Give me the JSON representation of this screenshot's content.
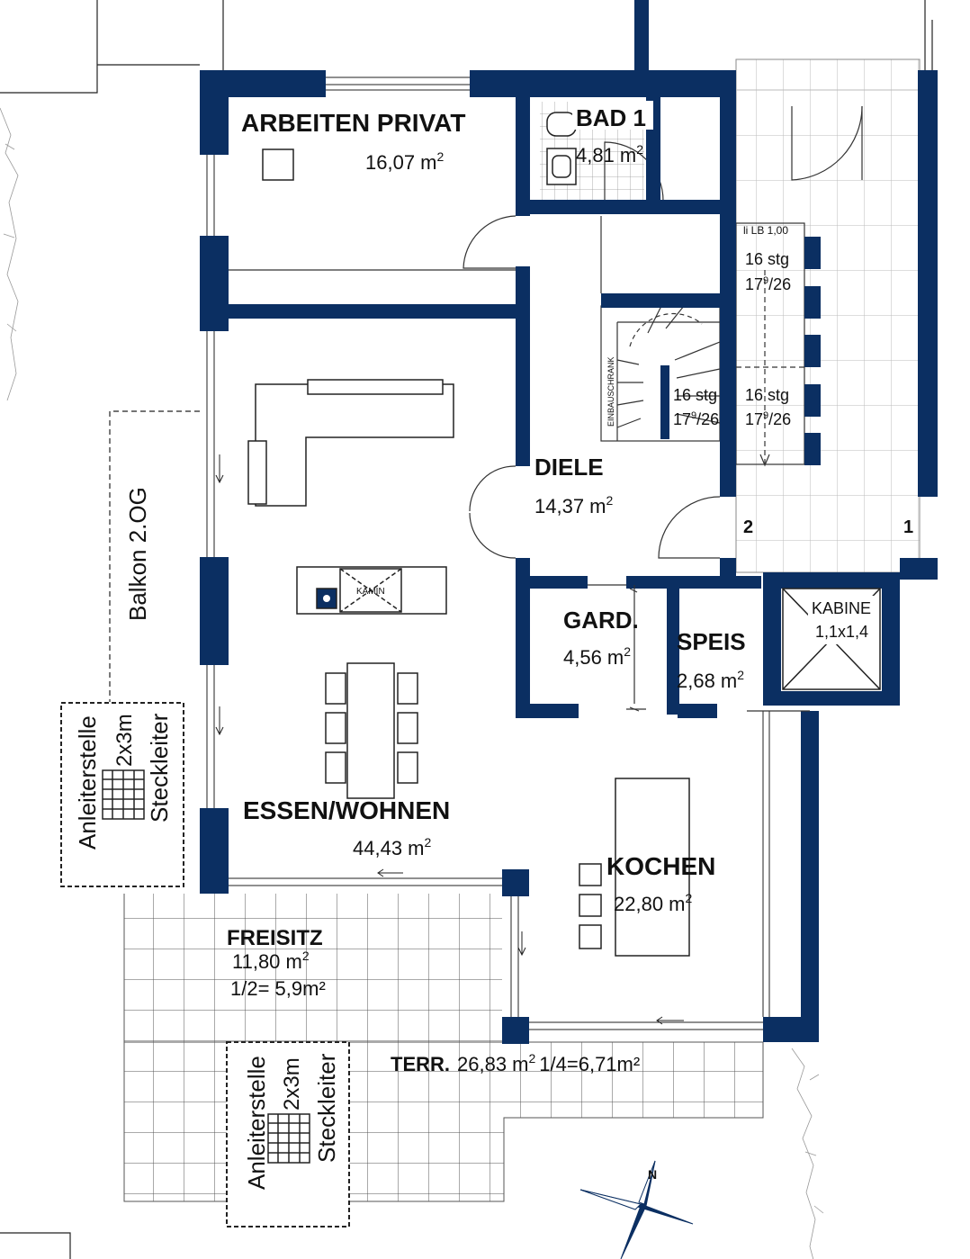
{
  "colors": {
    "wall": "#0b2f62",
    "line": "#222222",
    "tile": "#555555",
    "background": "#ffffff"
  },
  "rooms": {
    "arbeiten": {
      "name": "ARBEITEN PRIVAT",
      "area": "16,07 m",
      "sup": "2"
    },
    "bad": {
      "name": "BAD 1",
      "area": "4,81 m",
      "sup": "2"
    },
    "diele": {
      "name": "DIELE",
      "area": "14,37 m",
      "sup": "2"
    },
    "gard": {
      "name": "GARD.",
      "area": "4,56 m",
      "sup": "2"
    },
    "speis": {
      "name": "SPEIS",
      "area": "2,68 m",
      "sup": "2"
    },
    "kabine": {
      "name": "KABINE",
      "size": "1,1x1,4"
    },
    "essen": {
      "name": "ESSEN/WOHNEN",
      "area": "44,43 m",
      "sup": "2"
    },
    "kochen": {
      "name": "KOCHEN",
      "area": "22,80 m",
      "sup": "2"
    },
    "freisitz": {
      "name": "FREISITZ",
      "area": "11,80 m",
      "sup": "2",
      "half": "1/2= 5,9m²"
    },
    "terr": {
      "name": "TERR.",
      "area": "26,83 m",
      "sup": "2",
      "quarter": "1/4=6,71m²"
    }
  },
  "labels": {
    "balkon": "Balkon 2.OG",
    "anleiterstelle": "Anleiterstelle",
    "size_2x3m": "2x3m",
    "steckleiter": "Steckleiter",
    "einbauschrank": "EINBAUSCHRANK",
    "kamin": "KAMIN",
    "li_lb": "li LB 1,00",
    "stair_steps": "16 stg",
    "stair_rise": "17",
    "stair_rise_sup": "9",
    "stair_run": "/26",
    "stair_1": "1",
    "stair_2": "2"
  },
  "icons": [
    "north-arrow-icon",
    "toilet-icon",
    "fireplace-icon",
    "door-swing-icon"
  ]
}
